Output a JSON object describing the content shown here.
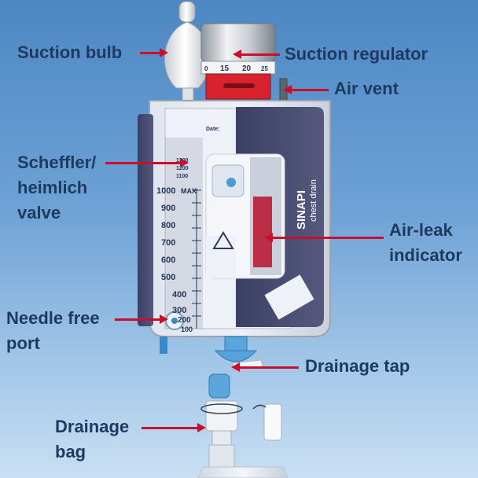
{
  "labels": {
    "suction_bulb": "Suction bulb",
    "suction_regulator": "Suction regulator",
    "air_vent": "Air vent",
    "scheffler_line1": "Scheffler/",
    "scheffler_line2": "heimlich",
    "scheffler_line3": "valve",
    "air_leak_line1": "Air-leak",
    "air_leak_line2": "indicator",
    "needle_line1": "Needle free",
    "needle_line2": "port",
    "drainage_tap": "Drainage tap",
    "drainage_bag_line1": "Drainage",
    "drainage_bag_line2": "bag"
  },
  "device": {
    "brand": "SINAPI",
    "product": "chest drain",
    "date_label": "Date:",
    "max_label": "MAX",
    "regulator_ticks": [
      "0",
      "15",
      "20",
      "25"
    ],
    "scale_major": [
      "1000",
      "900",
      "800",
      "700",
      "600",
      "500",
      "400",
      "300",
      "200",
      "100"
    ],
    "scale_top": [
      "1300",
      "1200",
      "1100"
    ]
  },
  "colors": {
    "arrow": "#c8102e",
    "label_text": "#1f3a60",
    "background_top": "#4d87c3",
    "background_bottom": "#c9dff2"
  }
}
